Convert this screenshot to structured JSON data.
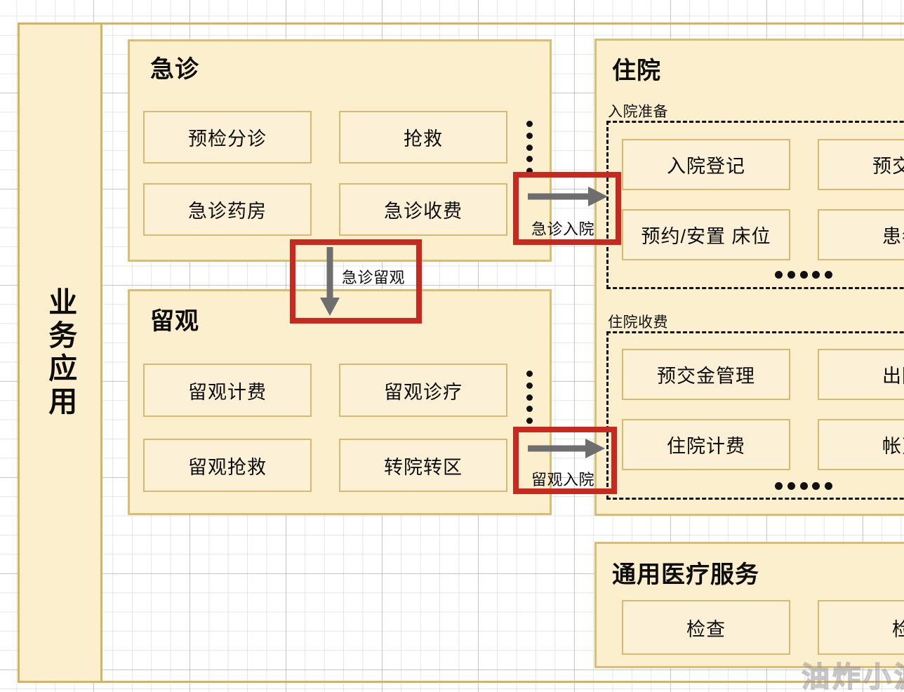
{
  "diagram": {
    "sidebar": {
      "label": "业务应用"
    },
    "watermark": "油炸小波",
    "colors": {
      "panel_fill": "#fcefcd",
      "panel_border": "#d9bd73",
      "module_fill": "#fcf1d6",
      "module_border": "#d7b96f",
      "callout_red": "#c8281e",
      "arrow_gray": "#6e6e6e",
      "text": "#0d0d0d"
    },
    "panels": [
      {
        "id": "emergency",
        "title": "急诊",
        "modules": [
          "预检分诊",
          "抢救",
          "急诊药房",
          "急诊收费"
        ],
        "ellipsis": "vertical-dots"
      },
      {
        "id": "observation",
        "title": "留观",
        "modules": [
          "留观计费",
          "留观诊疗",
          "留观抢救",
          "转院转区"
        ],
        "ellipsis": "vertical-dots"
      },
      {
        "id": "inpatient",
        "title": "住院",
        "groups": [
          {
            "label": "入院准备",
            "modules": [
              "入院登记",
              "预交金",
              "预约/安置 床位",
              "患者"
            ],
            "ellipsis": "horizontal-dots"
          },
          {
            "label": "住院收费",
            "modules": [
              "预交金管理",
              "出院",
              "住院计费",
              "帐页"
            ],
            "ellipsis": "horizontal-dots"
          }
        ]
      },
      {
        "id": "general-medical",
        "title": "通用医疗服务",
        "modules": [
          "检查",
          "检"
        ]
      }
    ],
    "callouts": [
      {
        "id": "emergency-to-observation",
        "label": "急诊留观",
        "direction": "down"
      },
      {
        "id": "emergency-to-inpatient",
        "label": "急诊入院",
        "direction": "right"
      },
      {
        "id": "observation-to-inpatient",
        "label": "留观入院",
        "direction": "right"
      }
    ]
  }
}
